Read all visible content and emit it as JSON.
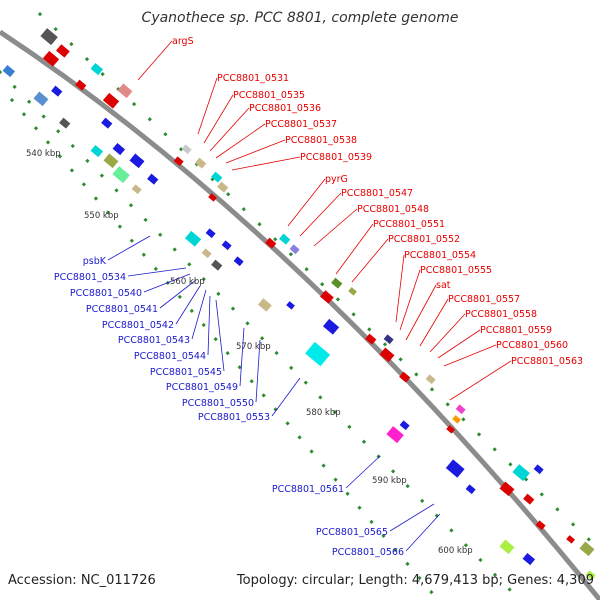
{
  "title": "Cyanothece sp. PCC 8801, complete genome",
  "accession_text": "Accession: NC_011726",
  "summary_text": "Topology: circular; Length: 4,679,413 bp; Genes: 4,309",
  "colors": {
    "backbone": "#8c8c8c",
    "forward_label": "#e60000",
    "reverse_label": "#1a1acc",
    "kbp_label": "#333333",
    "tick": "#2e8b2e"
  },
  "kbp_ticks": [
    "540 kbp",
    "550 kbp",
    "560 kbp",
    "570 kbp",
    "580 kbp",
    "590 kbp",
    "600 kbp"
  ],
  "forward_labels": [
    "argS",
    "PCC8801_0531",
    "PCC8801_0535",
    "PCC8801_0536",
    "PCC8801_0537",
    "PCC8801_0538",
    "PCC8801_0539",
    "pyrG",
    "PCC8801_0547",
    "PCC8801_0548",
    "PCC8801_0551",
    "PCC8801_0552",
    "PCC8801_0554",
    "PCC8801_0555",
    "sat",
    "PCC8801_0557",
    "PCC8801_0558",
    "PCC8801_0559",
    "PCC8801_0560",
    "PCC8801_0563"
  ],
  "reverse_labels": [
    "psbK",
    "PCC8801_0534",
    "PCC8801_0540",
    "PCC8801_0541",
    "PCC8801_0542",
    "PCC8801_0543",
    "PCC8801_0544",
    "PCC8801_0545",
    "PCC8801_0549",
    "PCC8801_0550",
    "PCC8801_0553",
    "PCC8801_0561",
    "PCC8801_0565",
    "PCC8801_0566"
  ]
}
